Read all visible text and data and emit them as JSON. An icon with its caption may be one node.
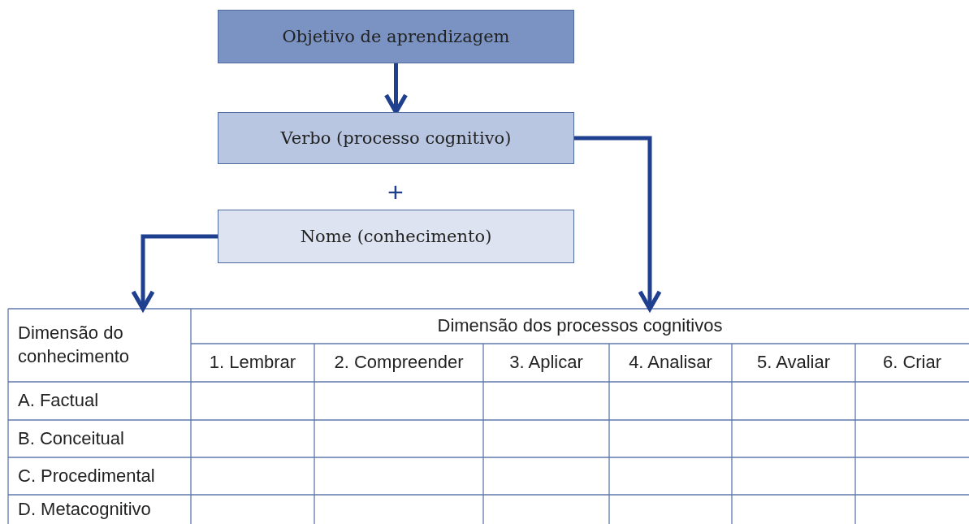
{
  "diagram": {
    "nodes": [
      {
        "text": [
          "Objetivo de aprendizagem"
        ]
      },
      {
        "text": [
          "Verbo (processo cognitivo)"
        ]
      },
      {
        "text": [
          "Nome (conhecimento)"
        ]
      },
      {
        "text": [
          "Dimensão do conhecimento"
        ]
      },
      {
        "text": [
          "Dimensão dos processos cognitivos"
        ]
      }
    ],
    "edges": [
      {
        "from": 0,
        "to": 1,
        "arrow": "to"
      },
      {
        "from": 1,
        "to": 4,
        "arrow": "to"
      },
      {
        "from": 2,
        "to": 3,
        "arrow": "to"
      }
    ],
    "labels": [
      "+",
      "1. Lembrar",
      "2. Compreender",
      "3. Aplicar",
      "4. Analisar",
      "5. Avaliar",
      "6. Criar",
      "A. Factual",
      "B. Conceitual",
      "C. Procedimental",
      "D. Metacognitivo"
    ]
  }
}
